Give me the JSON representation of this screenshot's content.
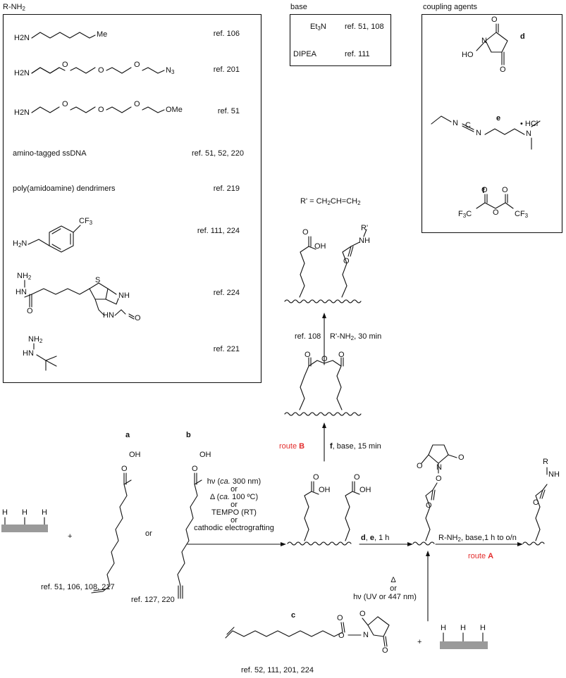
{
  "amine_panel": {
    "title": "R-NH2",
    "rows": [
      {
        "name": "hexylamine",
        "ref": "ref. 106"
      },
      {
        "name": "azido-peg-amine",
        "ref": "ref. 201"
      },
      {
        "name": "methoxy-peg-amine",
        "ref": "ref. 51"
      },
      {
        "name": "amino-tagged ssDNA",
        "ref": "ref. 51, 52, 220"
      },
      {
        "name": "poly(amidoamine) dendrimers",
        "ref": "ref. 219"
      },
      {
        "name": "trifluoromethylbenzylamine",
        "ref": "ref. 111, 224"
      },
      {
        "name": "biotin-hydrazide",
        "ref": "ref. 224"
      },
      {
        "name": "tert-butylhydrazine",
        "ref": "ref. 221"
      }
    ],
    "me_label": "Me",
    "n3_label": "N3",
    "ome_label": "OMe",
    "cf3_label": "CF3",
    "h2n_label": "H2N",
    "biotin_labels": {
      "nh2": "NH2",
      "hn": "HN",
      "s": "S",
      "nh": "NH",
      "o": "O"
    }
  },
  "base_panel": {
    "title": "base",
    "rows": [
      {
        "name": "Et3N",
        "ref": "ref. 51, 108"
      },
      {
        "name": "DIPEA",
        "ref": "ref. 111"
      }
    ]
  },
  "coupling_panel": {
    "title": "coupling agents",
    "agents": [
      {
        "letter": "d"
      },
      {
        "letter": "e",
        "salt": "• HCl"
      },
      {
        "letter": "f"
      }
    ],
    "labels": {
      "n": "N",
      "ho": "HO",
      "o": "O",
      "c": "C",
      "f3c": "F3C",
      "cf3": "CF3"
    }
  },
  "scheme": {
    "r_prime_def": "R' = CH2CH=CH2",
    "oh_label": "OH",
    "o_label": "O",
    "nh_label": "NH",
    "n_label": "N",
    "h_label": "H",
    "r_prime": "R'",
    "r_label": "R",
    "plus": "+",
    "or": "or",
    "compound_a": "a",
    "compound_b": "b",
    "compound_c": "c",
    "refs_a": "ref. 51, 106, 108, 217",
    "refs_b": "ref. 127, 220",
    "refs_c": "ref. 52, 111, 201, 224",
    "grafting_conditions": [
      "hν (ca. 300 nm)",
      "or",
      "Δ (ca. 100 ºC)",
      "or",
      "TEMPO (RT)",
      "or",
      "cathodic electrografting"
    ],
    "step_de": "d, e, 1 h",
    "step_route_a": "R-NH2, base,1 h to o/n",
    "route_a": "route A",
    "route_b": "route B",
    "step_f": "f, base, 15 min",
    "step_amine_b": "R'-NH2, 30 min",
    "ref_108": "ref. 108",
    "photo_conditions": [
      "Δ",
      "or",
      "hν (UV or 447 nm)"
    ]
  },
  "colors": {
    "route_label": "#e32d2d",
    "surface": "#9a9a9a",
    "ink": "#111111"
  }
}
